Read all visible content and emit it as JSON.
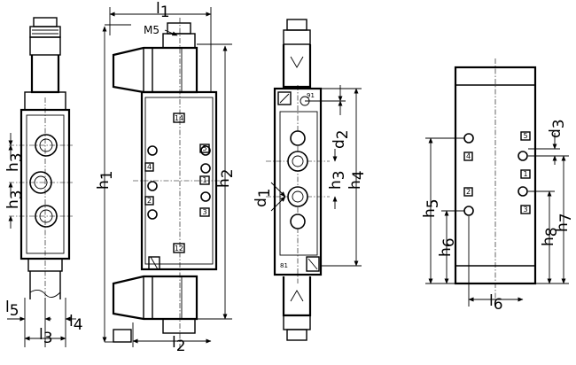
{
  "labels": {
    "l1": "l",
    "l1_sub": "1",
    "m5": "M5",
    "h1": "h",
    "h1_sub": "1",
    "h2": "h",
    "h2_sub": "2",
    "h3a": "h",
    "h3a_sub": "3",
    "h3b": "h",
    "h3b_sub": "3",
    "l5": "l",
    "l5_sub": "5",
    "l4": "l",
    "l4_sub": "4",
    "l3": "l",
    "l3_sub": "3",
    "l2": "l",
    "l2_sub": "2",
    "d2": "d",
    "d2_sub": "2",
    "h3c": "h",
    "h3c_sub": "3",
    "h4": "h",
    "h4_sub": "4",
    "d1": "d",
    "d1_sub": "1",
    "n91": "91",
    "n81": "81",
    "d3": "d",
    "d3_sub": "3",
    "h5": "h",
    "h5_sub": "5",
    "h6": "h",
    "h6_sub": "6",
    "h7": "h",
    "h7_sub": "7",
    "h8": "h",
    "h8_sub": "8",
    "l6": "l",
    "l6_sub": "6"
  },
  "ports": {
    "p14": "14",
    "p12": "12",
    "p5": "5",
    "p4": "4",
    "p1": "1",
    "p2": "2",
    "p3": "3",
    "r5": "5",
    "r4": "4",
    "r1": "1",
    "r2": "2",
    "r3": "3"
  }
}
